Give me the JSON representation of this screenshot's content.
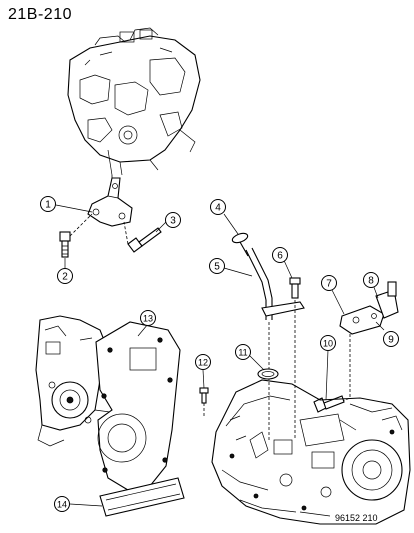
{
  "header": {
    "page_code": "21B-210"
  },
  "footer": {
    "figure_code": "96152 210"
  },
  "callouts": [
    {
      "number": "1"
    },
    {
      "number": "2"
    },
    {
      "number": "3"
    },
    {
      "number": "4"
    },
    {
      "number": "5"
    },
    {
      "number": "6"
    },
    {
      "number": "7"
    },
    {
      "number": "8"
    },
    {
      "number": "9"
    },
    {
      "number": "10"
    },
    {
      "number": "11"
    },
    {
      "number": "12"
    },
    {
      "number": "13"
    },
    {
      "number": "14"
    }
  ]
}
